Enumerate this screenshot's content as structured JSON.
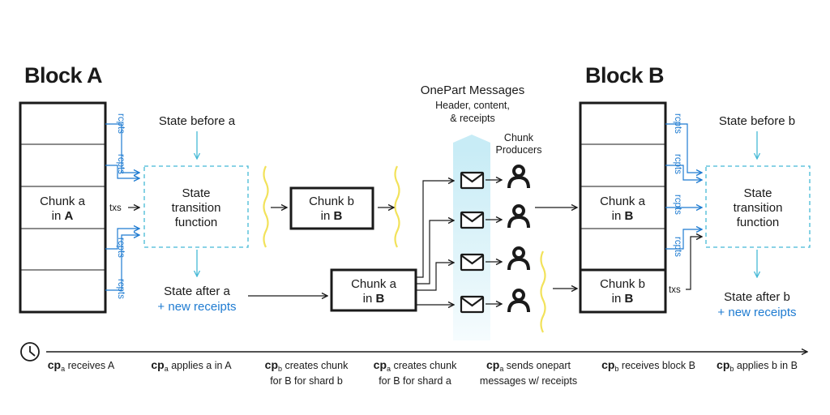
{
  "block_a": {
    "title": "Block A",
    "chunk_line1": "Chunk a",
    "chunk_in": "in ",
    "chunk_shard": "A",
    "labels": {
      "rcpts": "rcpts",
      "txs": "txs"
    }
  },
  "stf_a": {
    "state_before": "State before a",
    "line1": "State",
    "line2": "transition",
    "line3": "function",
    "state_after": "State after a",
    "new_receipts": "+ new receipts"
  },
  "chunk_b_mid": {
    "line1": "Chunk b",
    "in": "in ",
    "shard": "B"
  },
  "chunk_a_mid": {
    "line1": "Chunk a",
    "in": "in ",
    "shard": "B"
  },
  "onepart": {
    "title": "OnePart Messages",
    "sub1": "Header, content,",
    "sub2": "& receipts",
    "producers1": "Chunk",
    "producers2": "Producers"
  },
  "block_b": {
    "title": "Block B",
    "chunk_a_line1": "Chunk a",
    "chunk_b_line1": "Chunk b",
    "in": "in ",
    "shard": "B",
    "labels": {
      "rcpts": "rcpts",
      "txs": "txs"
    }
  },
  "stf_b": {
    "state_before": "State before b",
    "line1": "State",
    "line2": "transition",
    "line3": "function",
    "state_after": "State after b",
    "new_receipts": "+ new receipts"
  },
  "timeline": {
    "events": [
      {
        "cp": "cp",
        "sub": "a",
        "rest": " receives A",
        "line2": ""
      },
      {
        "cp": "cp",
        "sub": "a",
        "rest": " applies a in A",
        "line2": ""
      },
      {
        "cp": "cp",
        "sub": "b",
        "rest": " creates chunk",
        "line2": "for B for shard b"
      },
      {
        "cp": "cp",
        "sub": "a",
        "rest": " creates chunk",
        "line2": "for B for shard a"
      },
      {
        "cp": "cp",
        "sub": "a",
        "rest": " sends onepart",
        "line2": "messages w/ receipts"
      },
      {
        "cp": "cp",
        "sub": "b",
        "rest": " receives block B",
        "line2": ""
      },
      {
        "cp": "cp",
        "sub": "b",
        "rest": " applies b in B",
        "line2": ""
      }
    ]
  },
  "colors": {
    "accent_blue": "#1e7bd1",
    "light_blue": "#45b9d6",
    "yellow": "#f2e25a",
    "ink": "#1a1a1a"
  },
  "icons": [
    "envelope-icon",
    "person-icon",
    "clock-icon"
  ]
}
